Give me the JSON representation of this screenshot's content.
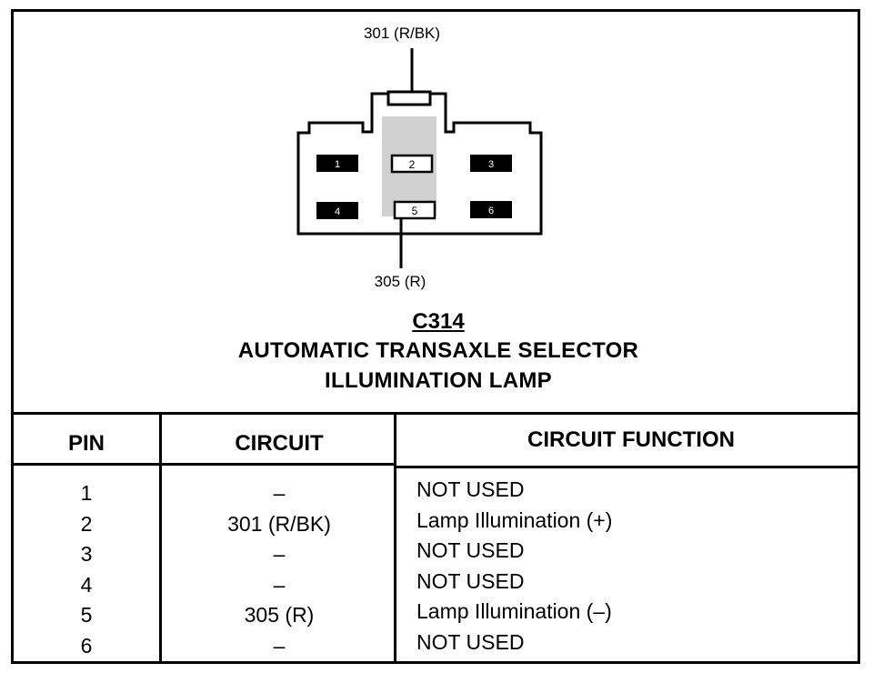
{
  "diagram": {
    "top_wire_label": "301 (R/BK)",
    "bottom_wire_label": "305 (R)",
    "cavities": [
      {
        "pin": "1",
        "style": "filled"
      },
      {
        "pin": "2",
        "style": "open"
      },
      {
        "pin": "3",
        "style": "filled"
      },
      {
        "pin": "4",
        "style": "filled"
      },
      {
        "pin": "5",
        "style": "open"
      },
      {
        "pin": "6",
        "style": "filled"
      }
    ]
  },
  "title": {
    "connector_id": "C314",
    "line1": "AUTOMATIC TRANSAXLE SELECTOR",
    "line2": "ILLUMINATION LAMP"
  },
  "table": {
    "headers": {
      "pin": "PIN",
      "circuit": "CIRCUIT",
      "function": "CIRCUIT FUNCTION"
    },
    "rows": [
      {
        "pin": "1",
        "circuit": "–",
        "function": "NOT USED"
      },
      {
        "pin": "2",
        "circuit": "301 (R/BK)",
        "function": "Lamp Illumination (+)"
      },
      {
        "pin": "3",
        "circuit": "–",
        "function": "NOT USED"
      },
      {
        "pin": "4",
        "circuit": "–",
        "function": "NOT USED"
      },
      {
        "pin": "5",
        "circuit": "305 (R)",
        "function": "Lamp Illumination (–)"
      },
      {
        "pin": "6",
        "circuit": "–",
        "function": "NOT USED"
      }
    ]
  }
}
